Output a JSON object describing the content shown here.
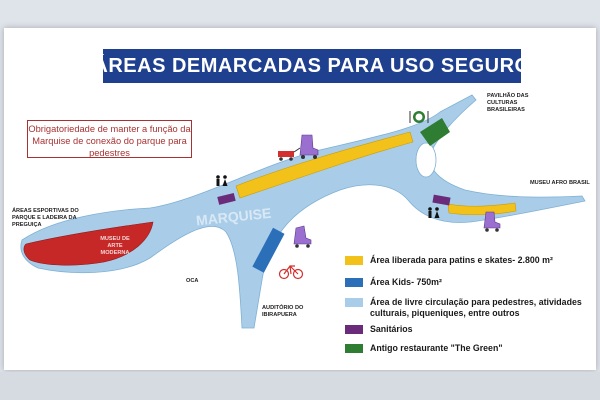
{
  "title": "ÁREAS DEMARCADAS PARA USO SEGURO",
  "note": "Obrigatoriedade de manter a função da Marquise de conexão do parque para pedestres",
  "places": {
    "pavilhao": "PAVILHÃO DAS CULTURAS BRASILEIRAS",
    "museu_afro": "MUSEU AFRO BRASIL",
    "areas_esportivas": "ÁREAS ESPORTIVAS DO PARQUE E LADEIRA DA PREGUIÇA",
    "museu_arte": "MUSEU DE ARTE MODERNA",
    "oca": "OCA",
    "auditorio": "AUDITÓRIO DO IBIRAPUERA",
    "watermark": "MARQUISE"
  },
  "legend": [
    {
      "label": "Área liberada para patins e skates- 2.800 m²",
      "color": "#f2c21b"
    },
    {
      "label": "Área Kids- 750m²",
      "color": "#2b6fb9"
    },
    {
      "label": "Área de livre circulação para pedestres, atividades culturais, piqueniques, entre outros",
      "color": "#a9cde8"
    },
    {
      "label": "Sanitários",
      "color": "#6a2c7a"
    },
    {
      "label": "Antigo restaurante \"The Green\"",
      "color": "#2e7d32"
    }
  ],
  "colors": {
    "marquise": "#a9cde8",
    "skate": "#f2c21b",
    "kids": "#2b6fb9",
    "restroom": "#6a2c7a",
    "green": "#2e7d32",
    "museum": "#c62828",
    "title_bg": "#1f3f8f"
  },
  "icons": [
    "roller-skate-icon",
    "wagon-icon",
    "restroom-people-icon",
    "bicycle-icon",
    "restaurant-icon"
  ]
}
